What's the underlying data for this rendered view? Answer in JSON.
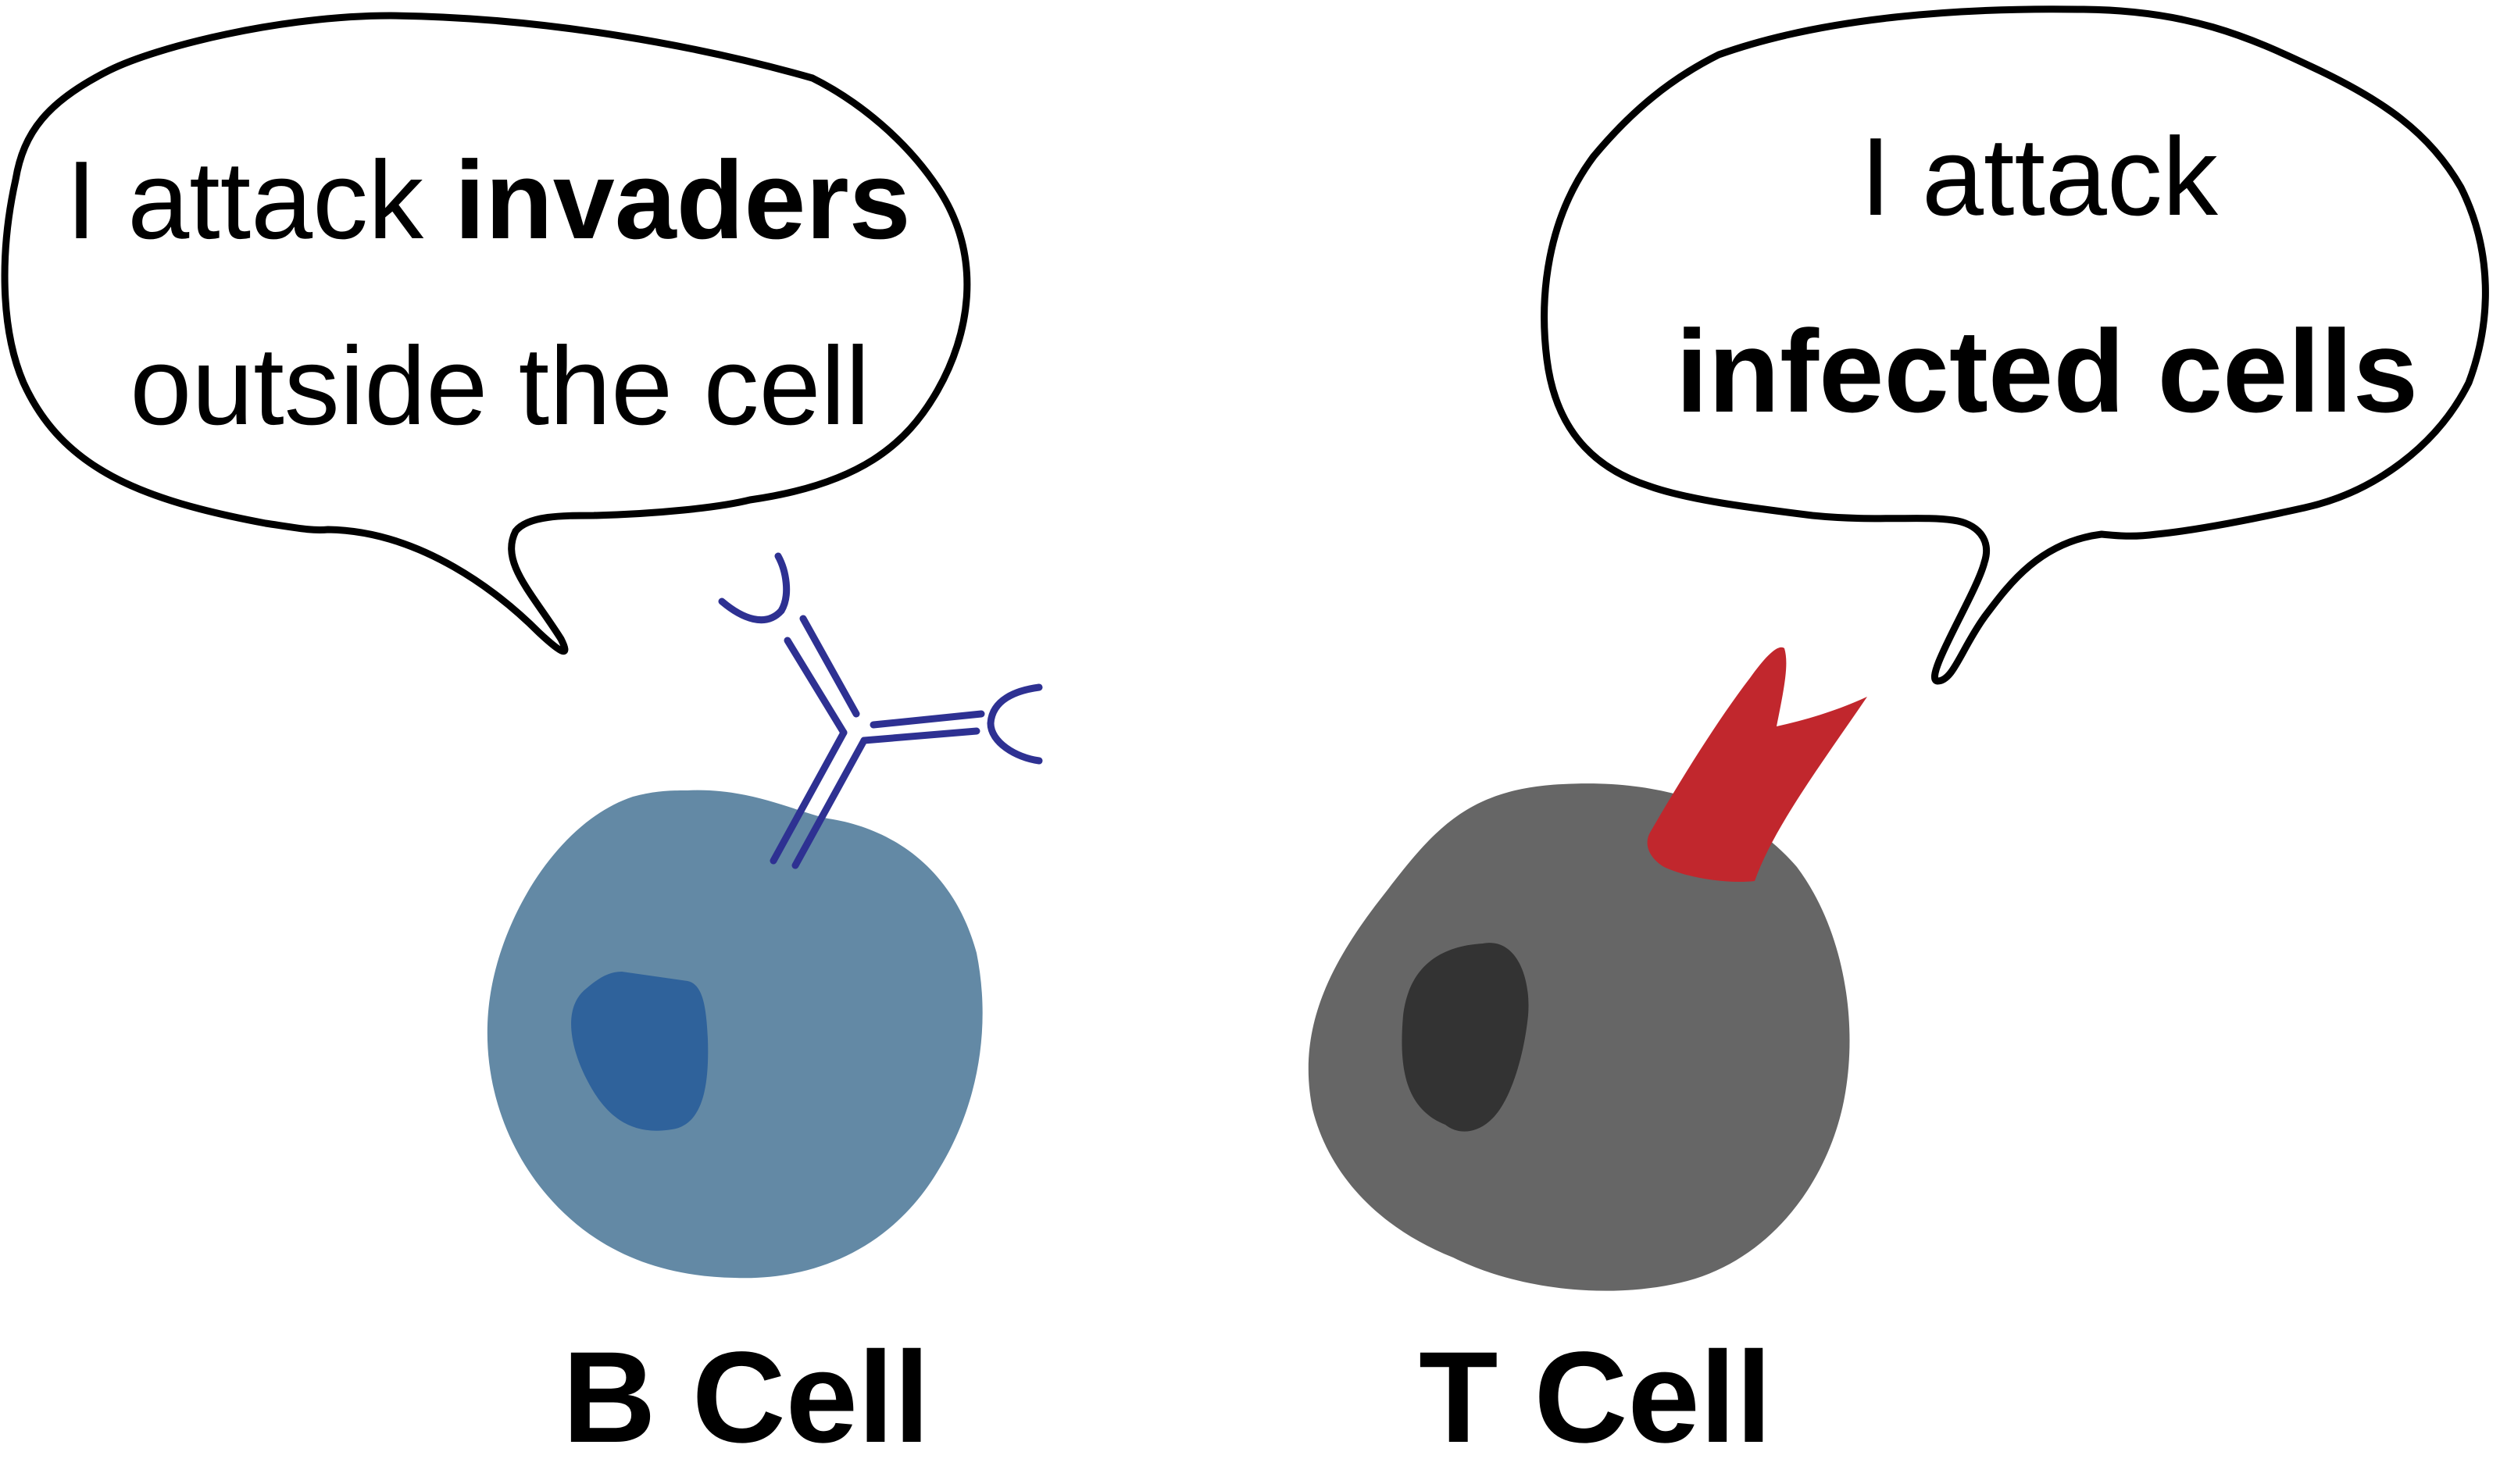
{
  "b_cell": {
    "speech_line1_prefix": "I attack ",
    "speech_line1_emphasis": "invaders",
    "speech_line2": "outside the cell",
    "label": "B Cell"
  },
  "t_cell": {
    "speech_line1": "I attack",
    "speech_line2_emphasis": "infected cells",
    "label": "T Cell"
  },
  "colors": {
    "b_cell_body": "#6389A5",
    "b_cell_nucleus": "#2F629B",
    "antibody": "#2E3192",
    "t_cell_body": "#666666",
    "t_cell_nucleus": "#333333",
    "t_cell_receptor": "#C1272D",
    "outline": "#000000"
  }
}
